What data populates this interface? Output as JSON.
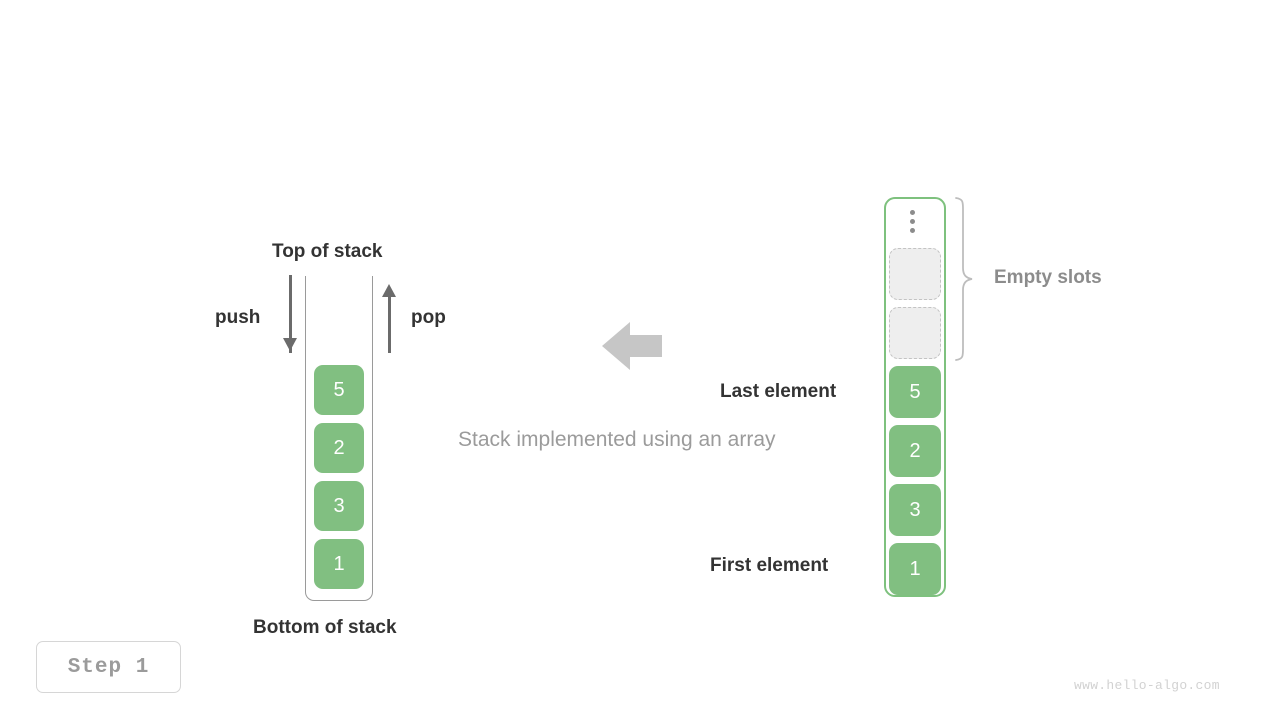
{
  "figure": {
    "caption": "Stack implemented using an array",
    "watermark": "www.hello-algo.com",
    "step_badge": "Step 1",
    "colors": {
      "element_fill": "#81bf81",
      "element_text": "#ffffff",
      "empty_slot_fill": "#eeeeee",
      "empty_slot_border": "#c3c3c3",
      "array_border": "#7ec17e",
      "stack_border": "#9a9a9a",
      "label_dark": "#333333",
      "label_gray": "#8c8c8c",
      "caption_gray": "#9b9b9b",
      "arrow_gray": "#6b6b6b",
      "big_arrow_gray": "#c6c6c6",
      "watermark_gray": "#d2d2d2"
    }
  },
  "stack": {
    "top_label": "Top of stack",
    "bottom_label": "Bottom of stack",
    "push_label": "push",
    "pop_label": "pop",
    "push_icon": "arrow-down-icon",
    "pop_icon": "arrow-up-icon",
    "elements": [
      {
        "value": "5"
      },
      {
        "value": "2"
      },
      {
        "value": "3"
      },
      {
        "value": "1"
      }
    ]
  },
  "transition": {
    "icon": "arrow-left-icon"
  },
  "array": {
    "empty_slots_label": "Empty slots",
    "last_element_label": "Last element",
    "first_element_label": "First element",
    "ellipsis_icon": "vertical-ellipsis-icon",
    "brace_icon": "curly-brace-icon",
    "slots": [
      {
        "type": "empty",
        "value": ""
      },
      {
        "type": "empty",
        "value": ""
      },
      {
        "type": "filled",
        "value": "5"
      },
      {
        "type": "filled",
        "value": "2"
      },
      {
        "type": "filled",
        "value": "3"
      },
      {
        "type": "filled",
        "value": "1"
      }
    ]
  }
}
